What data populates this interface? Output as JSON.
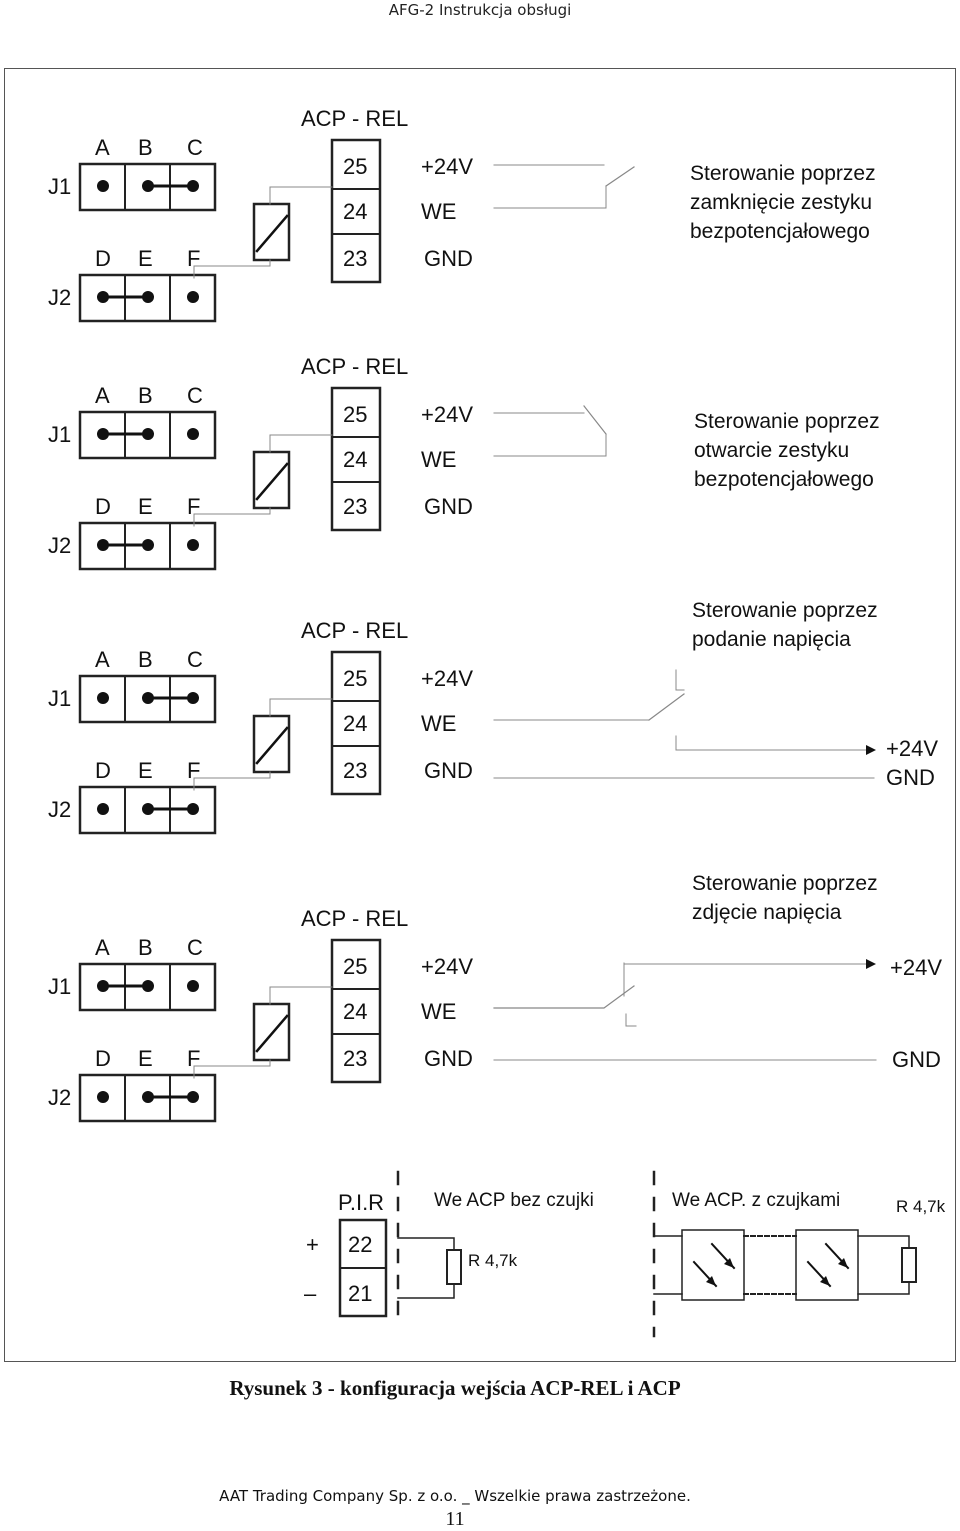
{
  "header": {
    "title": "AFG-2 Instrukcja obsługi"
  },
  "connector": {
    "j1": "J1",
    "j2": "J2",
    "pins_j1": [
      "A",
      "B",
      "C"
    ],
    "pins_j2": [
      "D",
      "E",
      "F"
    ],
    "module": "ACP - REL",
    "terminals": [
      "25",
      "24",
      "23"
    ],
    "signals": [
      "+24V",
      "WE",
      "GND"
    ]
  },
  "panels": [
    {
      "desc": [
        "Sterowanie poprzez",
        "zamknięcie zestyku",
        "bezpotencjałowego"
      ]
    },
    {
      "desc": [
        "Sterowanie poprzez",
        "otwarcie zestyku",
        "bezpotencjałowego"
      ]
    },
    {
      "desc": [
        "Sterowanie poprzez",
        "podanie napięcia"
      ],
      "right_labels": [
        "+24V",
        "GND"
      ]
    },
    {
      "desc": [
        "Sterowanie poprzez",
        "zdjęcie napięcia"
      ],
      "right_labels": [
        "+24V",
        "GND"
      ]
    }
  ],
  "pir": {
    "title": "P.I.R",
    "plus": "+",
    "minus": "–",
    "terminals": [
      "22",
      "21"
    ],
    "no_sensor_label": "We ACP bez czujki",
    "resistor_label": "R 4,7k",
    "with_sensors_label": "We ACP. z czujkami",
    "resistor_label_2": "R 4,7k"
  },
  "caption": "Rysunek 3 - konfiguracja wejścia ACP-REL i ACP",
  "footer": "AAT Trading Company Sp. z o.o. _ Wszelkie prawa zastrzeżone.",
  "page_number": "11"
}
